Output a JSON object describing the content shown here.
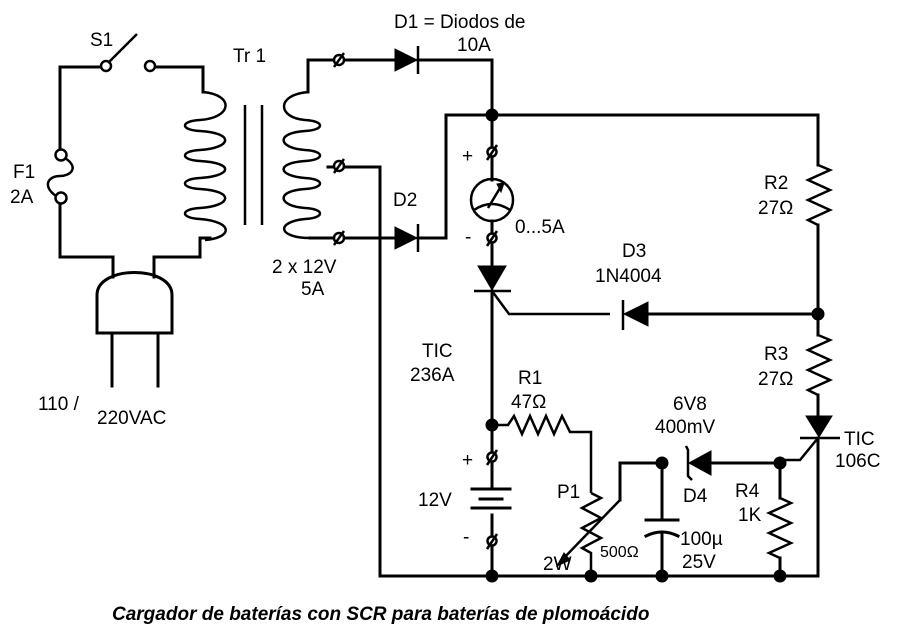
{
  "caption": "Cargador de baterías con SCR para baterías de plomoácido",
  "components": {
    "switch": {
      "ref": "S1"
    },
    "fuse": {
      "ref": "F1",
      "value": "2A"
    },
    "plug": {
      "line1": "110 /",
      "line2": "220VAC"
    },
    "transformer": {
      "ref": "Tr 1",
      "rating1": "2 x 12V",
      "rating2": "5A"
    },
    "d1": {
      "line1": "D1 = Diodos de",
      "line2": "10A"
    },
    "d2": {
      "ref": "D2"
    },
    "ammeter": {
      "range": "0...5A",
      "plus": "+",
      "minus": "-"
    },
    "d3": {
      "ref": "D3",
      "part": "1N4004"
    },
    "scr_main": {
      "line1": "TIC",
      "line2": "236A"
    },
    "r1": {
      "ref": "R1",
      "value": "47Ω"
    },
    "r2": {
      "ref": "R2",
      "value": "27Ω"
    },
    "r3": {
      "ref": "R3",
      "value": "27Ω"
    },
    "r4": {
      "ref": "R4",
      "value": "1K"
    },
    "battery": {
      "voltage": "12V",
      "plus": "+",
      "minus": "-"
    },
    "p1": {
      "ref": "P1",
      "power": "2W",
      "value": "500Ω"
    },
    "d4": {
      "ref": "D4",
      "line1": "6V8",
      "line2": "400mV"
    },
    "capacitor": {
      "line1": "100µ",
      "line2": "25V"
    },
    "scr_ctrl": {
      "line1": "TIC",
      "line2": "106C"
    }
  }
}
